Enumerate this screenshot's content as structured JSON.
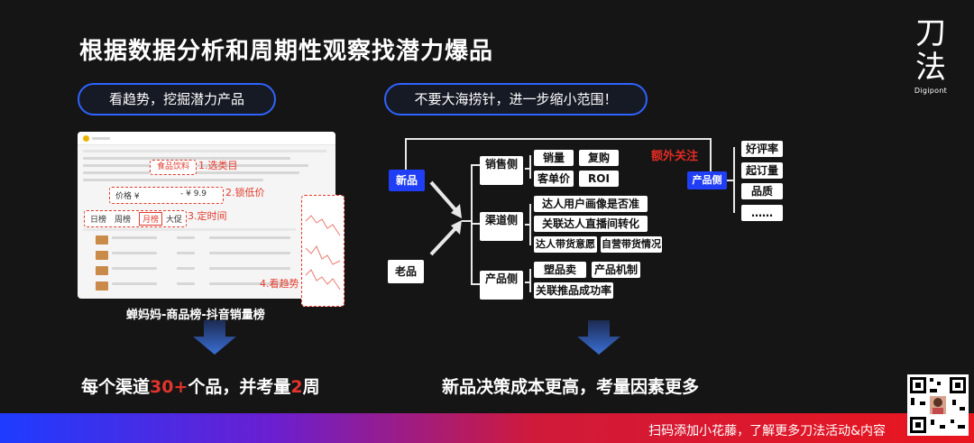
{
  "title": "根据数据分析和周期性观察找潜力爆品",
  "brand": {
    "char1": "刀",
    "char2": "法",
    "sub": "Digipont"
  },
  "left": {
    "pill": "看趋势，挖掘潜力产品",
    "shot": {
      "filter_tag": "食品饮料",
      "price_label": "价格 ¥",
      "price_to": "- ¥ 9.9",
      "tabs": [
        "日榜",
        "周榜",
        "月榜",
        "大促"
      ],
      "annotations": [
        "1.选类目",
        "2.锁低价",
        "3.定时间",
        "4.看趋势"
      ]
    },
    "caption": "蝉妈妈-商品榜-抖音销量榜",
    "conclusion_parts": [
      "每个渠道",
      "30+",
      "个品，并考量",
      "2",
      "周"
    ]
  },
  "right": {
    "pill": "不要大海捞针，进一步缩小范围！",
    "new_product": "新品",
    "old_product": "老品",
    "sales_side": "销售侧",
    "sales_items": [
      "销量",
      "复购",
      "客单价",
      "ROI"
    ],
    "channel": "渠道侧",
    "channel_items": [
      "达人用户画像是否准",
      "关联达人直播间转化",
      "达人带货意愿",
      "自营带货情况"
    ],
    "product_side": "产品侧",
    "product_items": [
      "塑品卖",
      "产品机制",
      "关联推品成功率"
    ],
    "extra_attention": "额外关注",
    "product_side_blue": "产品侧",
    "right_items": [
      "好评率",
      "起订量",
      "品质",
      "……"
    ],
    "conclusion": "新品决策成本更高，考量因素更多"
  },
  "footer": {
    "text": "扫码添加小花藤，了解更多刀法活动&内容"
  },
  "colors": {
    "accent_blue": "#1f3ef5",
    "accent_red": "#e0342c"
  }
}
